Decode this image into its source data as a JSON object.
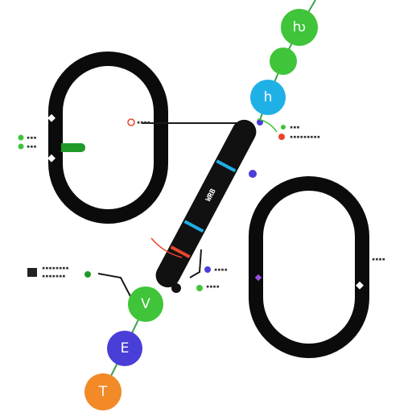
{
  "colors": {
    "ring": "#0b0b0b",
    "green": "#3fc43a",
    "green_dark": "#1f9a2a",
    "cyan": "#1fb0e6",
    "purple": "#4a3ed8",
    "orange": "#f28a28",
    "red": "#e8452c",
    "violet": "#9a4fe0",
    "line": "#1a1a1a",
    "edge": "#3aa24a"
  },
  "nodes": {
    "top_label": "ƕ",
    "upper_label": "",
    "cyan_label": "h",
    "lower_green_label": "V",
    "purple_label": "E",
    "orange_label": "T"
  },
  "rail": {
    "label": "WRB"
  },
  "annotations": {
    "left_top": [
      "▪▪▪",
      "▪▪▪"
    ],
    "left_bottom": [
      "▪▪▪▪▪▪▪▪",
      "▪▪▪▪▪▪▪"
    ],
    "right_top": [
      "▪▪▪",
      "▪▪▪▪▪▪▪▪▪"
    ],
    "right_mid": [
      "▪▪▪▪",
      "▪▪▪▪"
    ],
    "center_top": "▪▪▪▪",
    "far_right": "▪▪▪▪"
  }
}
